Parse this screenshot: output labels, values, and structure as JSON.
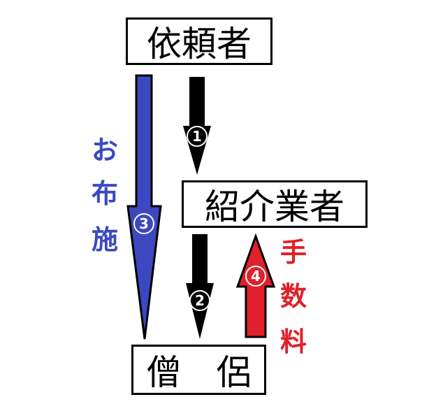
{
  "nodes": {
    "requester": "依頼者",
    "agency": "紹介業者",
    "monk": "僧　侶"
  },
  "labels": {
    "offering": [
      "お",
      "布",
      "施"
    ],
    "fee": [
      "手",
      "数",
      "料"
    ]
  },
  "steps": [
    "1",
    "2",
    "3",
    "4"
  ],
  "colors": {
    "offering": "#3c48c0",
    "fee": "#e0202a",
    "black": "#000000"
  }
}
